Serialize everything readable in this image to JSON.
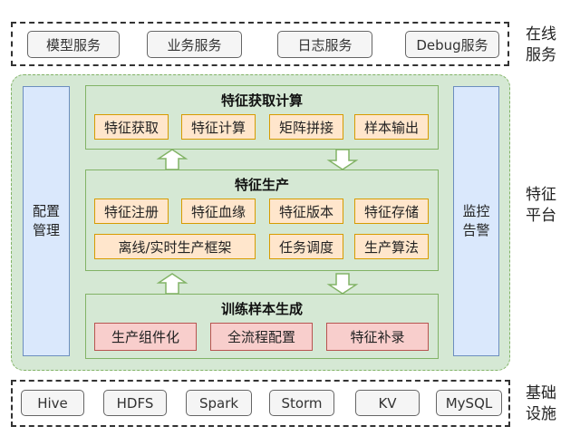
{
  "top_row": {
    "label": "在线\n服务",
    "items": [
      "模型服务",
      "业务服务",
      "日志服务",
      "Debug服务"
    ]
  },
  "platform": {
    "label": "特征\n平台",
    "left_column": "配置\n管理",
    "right_column": "监控\n告警",
    "fetch_panel": {
      "title": "特征获取计算",
      "items": [
        "特征获取",
        "特征计算",
        "矩阵拼接",
        "样本输出"
      ]
    },
    "production_panel": {
      "title": "特征生产",
      "row1": [
        "特征注册",
        "特征血缘",
        "特征版本",
        "特征存储"
      ],
      "row2": [
        "离线/实时生产框架",
        "任务调度",
        "生产算法"
      ]
    },
    "training_panel": {
      "title": "训练样本生成",
      "items": [
        "生产组件化",
        "全流程配置",
        "特征补录"
      ]
    }
  },
  "bottom_row": {
    "label": "基础\n设施",
    "items": [
      "Hive",
      "HDFS",
      "Spark",
      "Storm",
      "KV",
      "MySQL"
    ]
  },
  "colors": {
    "platform_green": "#d5e8d4",
    "side_blue": "#dae8fc",
    "item_orange": "#ffe6cc",
    "item_red": "#f8cecc",
    "neutral_grey": "#f5f5f5"
  }
}
